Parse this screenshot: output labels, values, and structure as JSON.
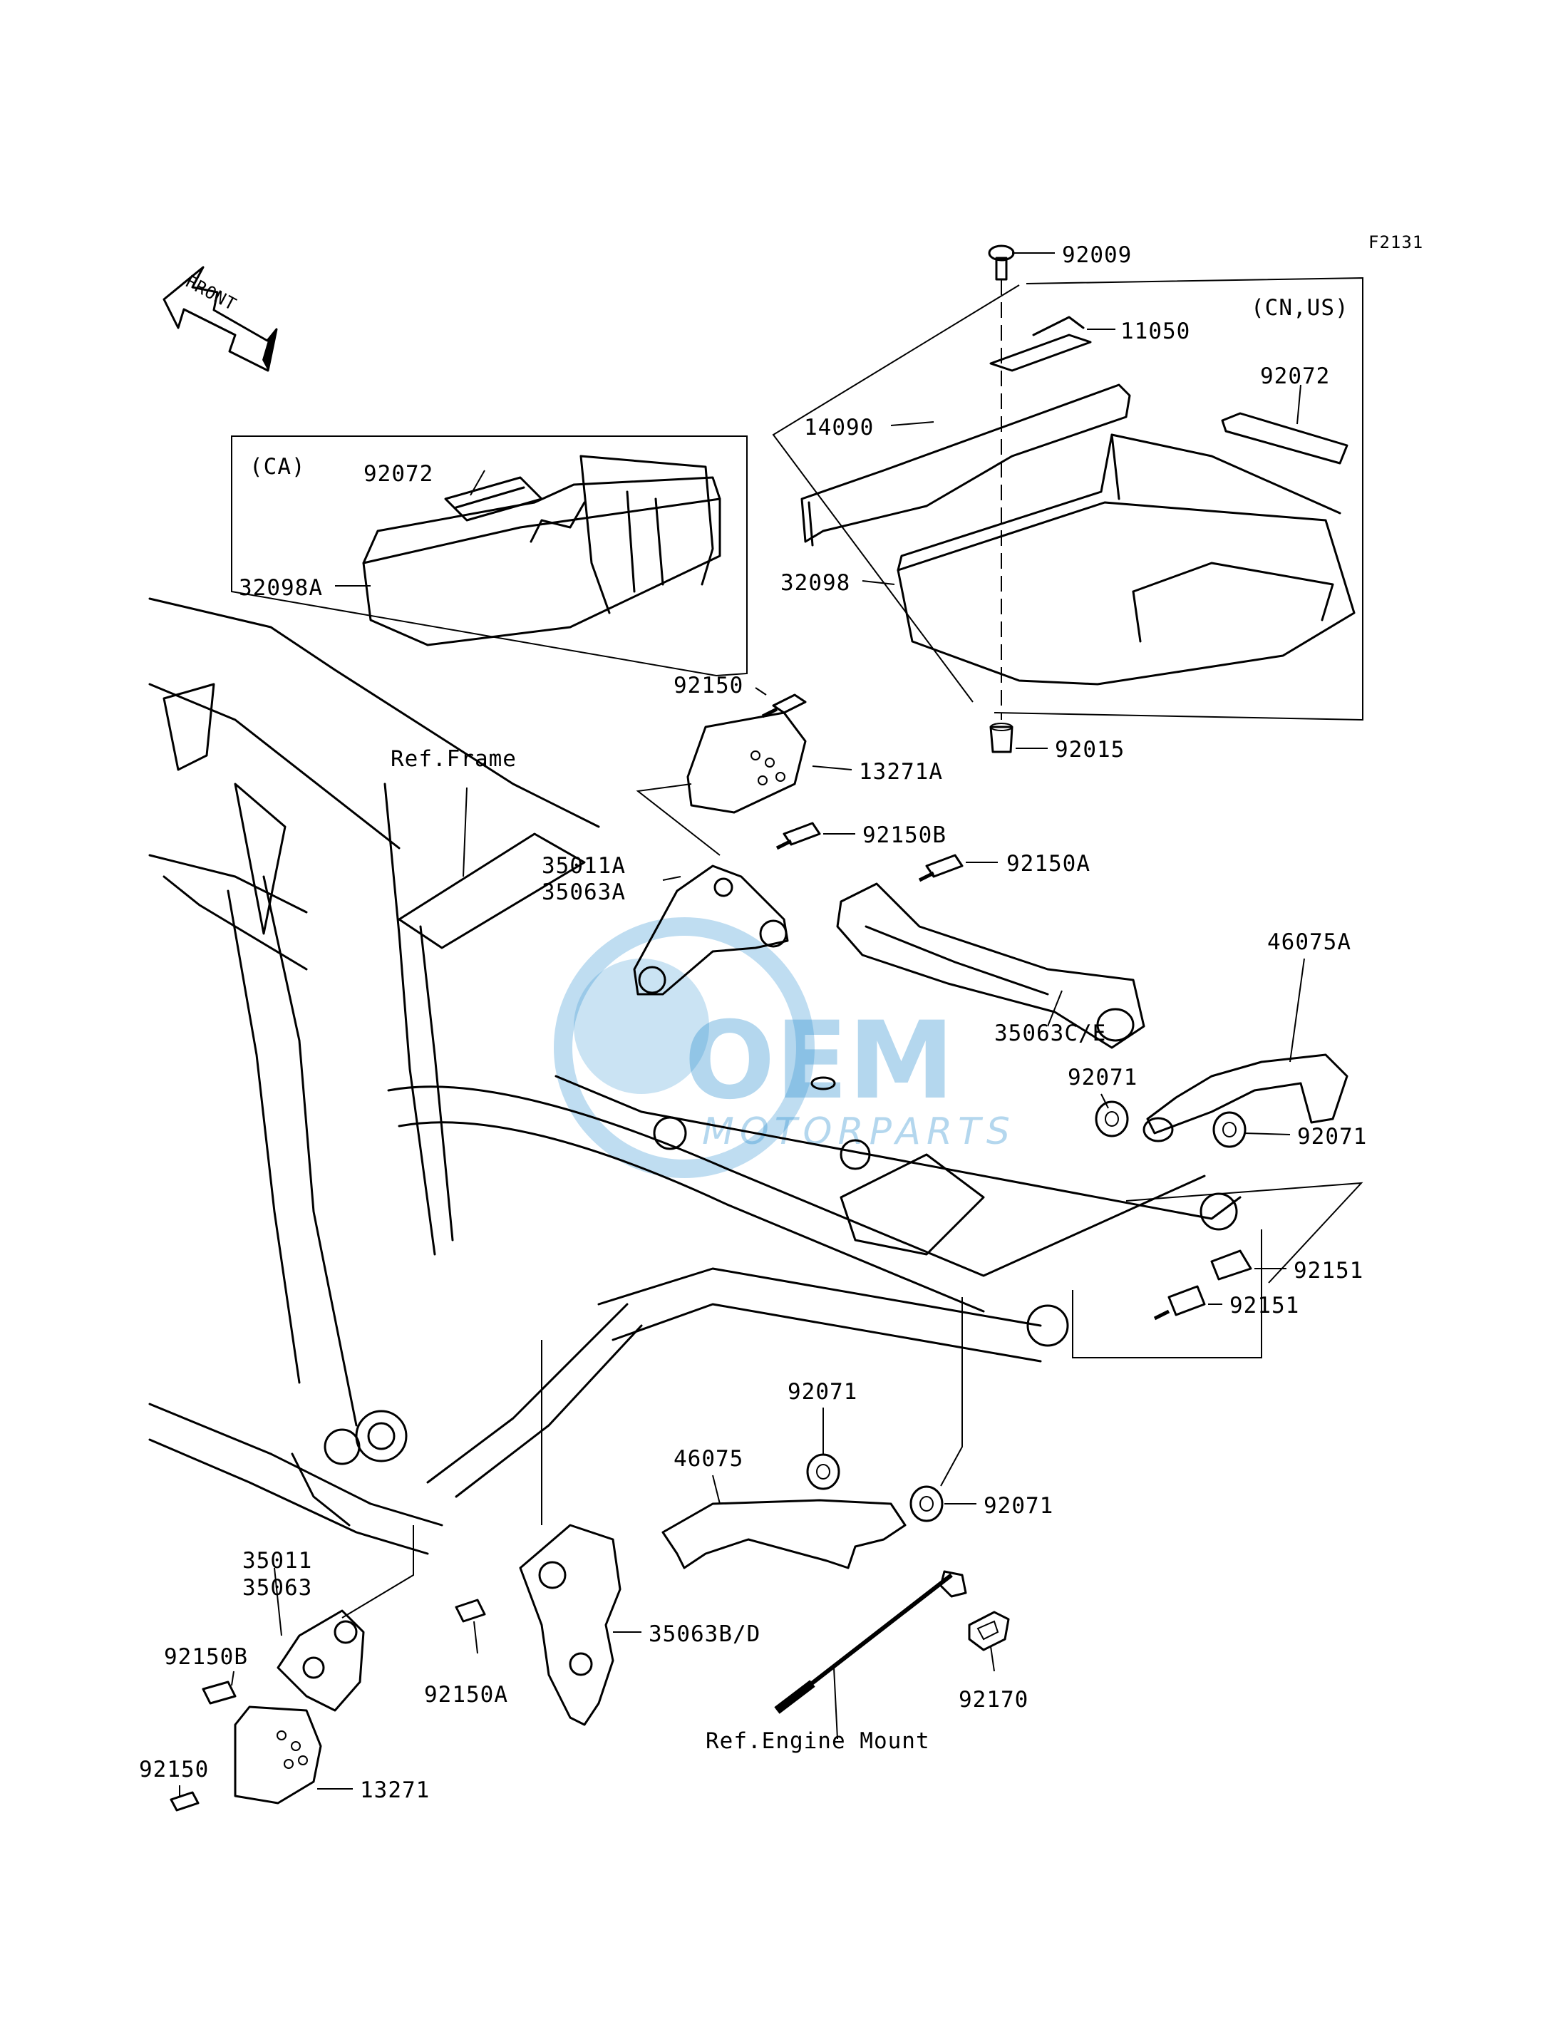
{
  "figure_code": "F2131",
  "front_label": "FRONT",
  "watermark": {
    "main": "OEM",
    "sub": "MOTORPARTS",
    "color": "#2a8fd0"
  },
  "groups": {
    "ca": "(CA)",
    "cn_us": "(CN,US)"
  },
  "references": {
    "frame": "Ref.Frame",
    "engine_mount": "Ref.Engine Mount"
  },
  "parts": {
    "p92009": "92009",
    "p11050": "11050",
    "p92072_right": "92072",
    "p14090": "14090",
    "p32098": "32098",
    "p92015": "92015",
    "p92072_ca": "92072",
    "p32098A": "32098A",
    "p92150_top": "92150",
    "p13271A": "13271A",
    "p92150B_top": "92150B",
    "p35011A": "35011A",
    "p35063A": "35063A",
    "p92150A_top": "92150A",
    "p46075A": "46075A",
    "p35063CE": "35063C/E",
    "p92071_a": "92071",
    "p92071_b": "92071",
    "p92151_a": "92151",
    "p92151_b": "92151",
    "p92071_c": "92071",
    "p46075": "46075",
    "p92071_d": "92071",
    "p35011": "35011",
    "p35063": "35063",
    "p92150B_bottom": "92150B",
    "p35063BD": "35063B/D",
    "p92150A_bottom": "92150A",
    "p92170": "92170",
    "p92150_bottom": "92150",
    "p13271": "13271"
  }
}
